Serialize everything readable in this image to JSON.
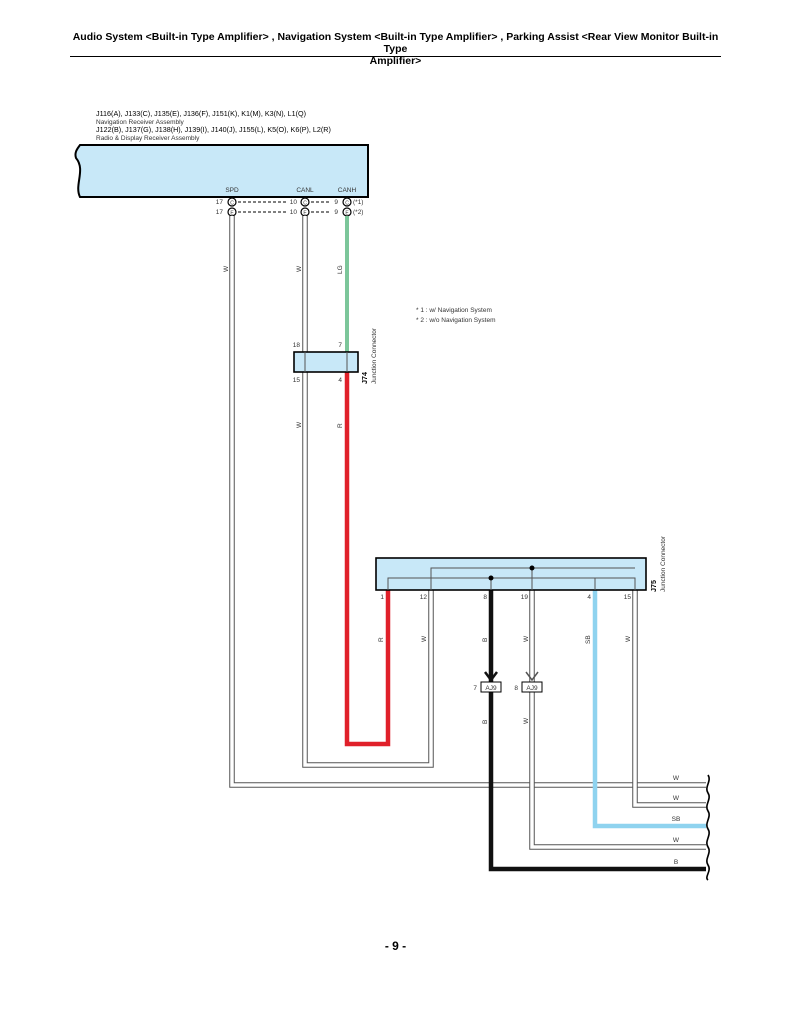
{
  "header": {
    "title_line1": "Audio System <Built-in Type Amplifier> , Navigation System <Built-in Type Amplifier> , Parking Assist <Rear View Monitor Built-in Type",
    "title_line2": "Amplifier>"
  },
  "component_main": {
    "connectors_line1": "J116(A), J133(C), J135(E), J136(F), J151(K), K1(M), K3(N), L1(Q)",
    "name_line1": "Navigation Receiver Assembly",
    "connectors_line2": "J122(B), J137(G), J138(H), J139(I), J140(J), J155(L), K5(O), K6(P), L2(R)",
    "name_line2": "Radio & Display Receiver Assembly",
    "pin_spd": "SPD",
    "pin_canl": "CANL",
    "pin_canh": "CANH",
    "spd_row1_num": "17",
    "spd_row1_conn": "C",
    "spd_row2_num": "17",
    "spd_row2_conn": "E",
    "canl_row1_num": "10",
    "canl_row1_conn": "C",
    "canl_row2_num": "10",
    "canl_row2_conn": "E",
    "canh_row1_num": "9",
    "canh_row1_conn": "C",
    "canh_row1_note": "(*1)",
    "canh_row2_num": "9",
    "canh_row2_conn": "E",
    "canh_row2_note": "(*2)"
  },
  "notes": {
    "note1": "* 1 : w/ Navigation System",
    "note2": "* 2 : w/o Navigation System"
  },
  "j74": {
    "id": "J74",
    "name": "Junction Connector",
    "pin_18": "18",
    "pin_7": "7",
    "pin_15": "15",
    "pin_4": "4"
  },
  "j75": {
    "id": "J75",
    "name": "Junction Connector",
    "pin_1": "1",
    "pin_12": "12",
    "pin_8": "8",
    "pin_19": "19",
    "pin_4": "4",
    "pin_15": "15"
  },
  "aj9": {
    "left_pin": "7",
    "left_label": "AJ9",
    "right_pin": "8",
    "right_label": "AJ9"
  },
  "wire_labels": {
    "spd": "W",
    "canl_upper": "W",
    "canh_upper": "LG",
    "canl_mid": "W",
    "canh_mid": "R",
    "j75_r": "R",
    "j75_w12": "W",
    "j75_b": "B",
    "j75_w19": "W",
    "j75_sb": "SB",
    "j75_w15": "W",
    "aj9_b": "B",
    "aj9_w": "W",
    "out_1": "W",
    "out_2": "W",
    "out_3": "SB",
    "out_4": "W",
    "out_5": "B"
  },
  "colors": {
    "component_fill": "#c8e8f8",
    "wire_lg": "#7cc69a",
    "wire_r": "#e0202a",
    "wire_sb": "#8fd3ef",
    "wire_b": "#111111",
    "wire_w_outline": "#555555"
  },
  "page_number": "- 9 -"
}
